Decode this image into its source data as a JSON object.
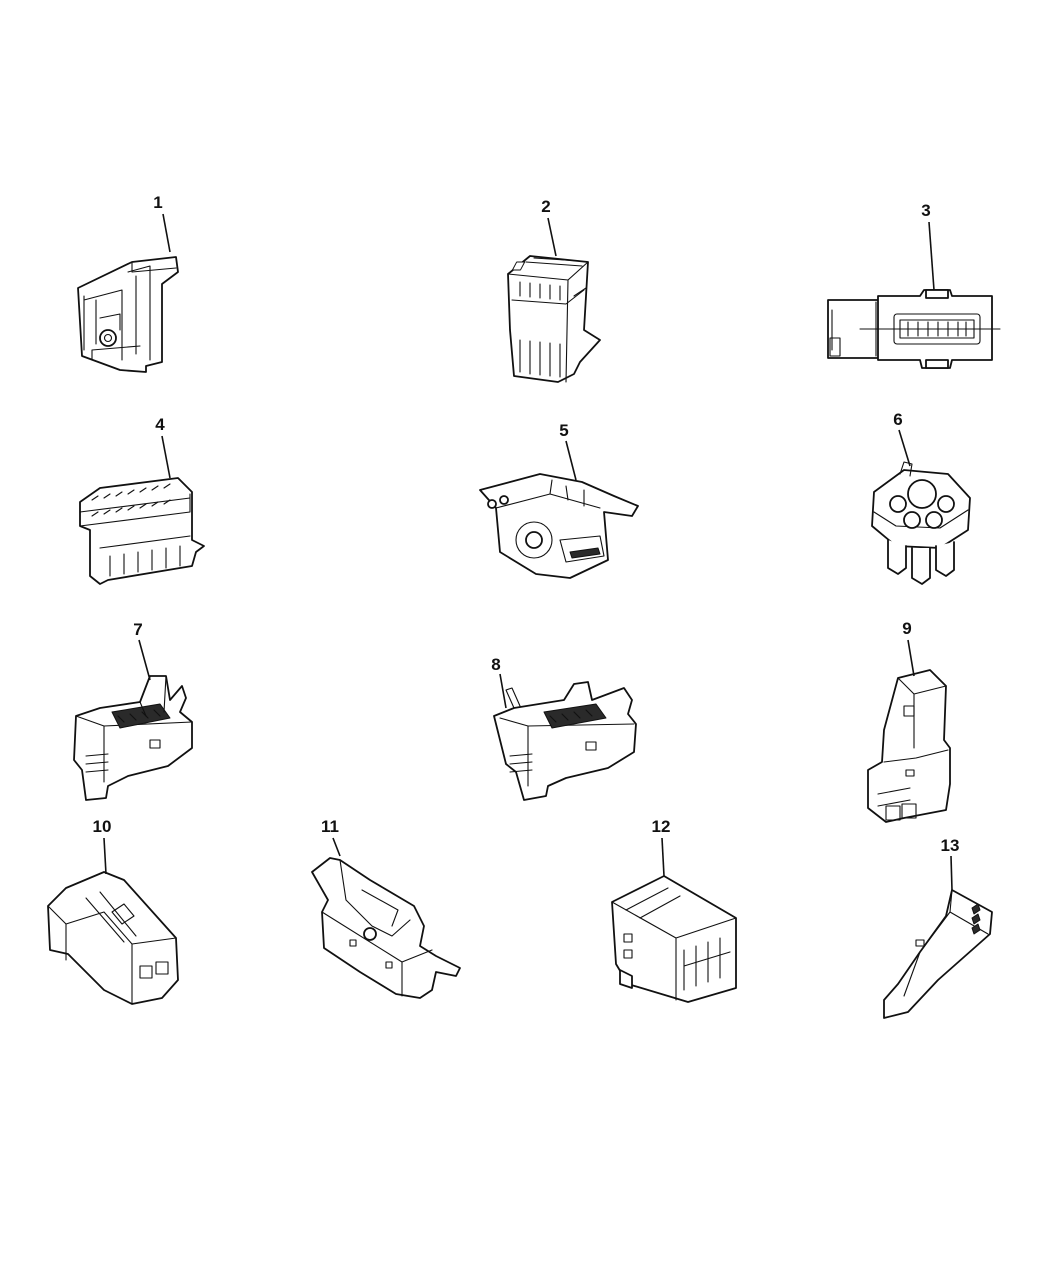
{
  "callouts": [
    {
      "id": 1,
      "label": "1"
    },
    {
      "id": 2,
      "label": "2"
    },
    {
      "id": 3,
      "label": "3"
    },
    {
      "id": 4,
      "label": "4"
    },
    {
      "id": 5,
      "label": "5"
    },
    {
      "id": 6,
      "label": "6"
    },
    {
      "id": 7,
      "label": "7"
    },
    {
      "id": 8,
      "label": "8"
    },
    {
      "id": 9,
      "label": "9"
    },
    {
      "id": 10,
      "label": "10"
    },
    {
      "id": 11,
      "label": "11"
    },
    {
      "id": 12,
      "label": "12"
    },
    {
      "id": 13,
      "label": "13"
    }
  ],
  "colors": {
    "background": "#ffffff",
    "ink": "#111111"
  }
}
